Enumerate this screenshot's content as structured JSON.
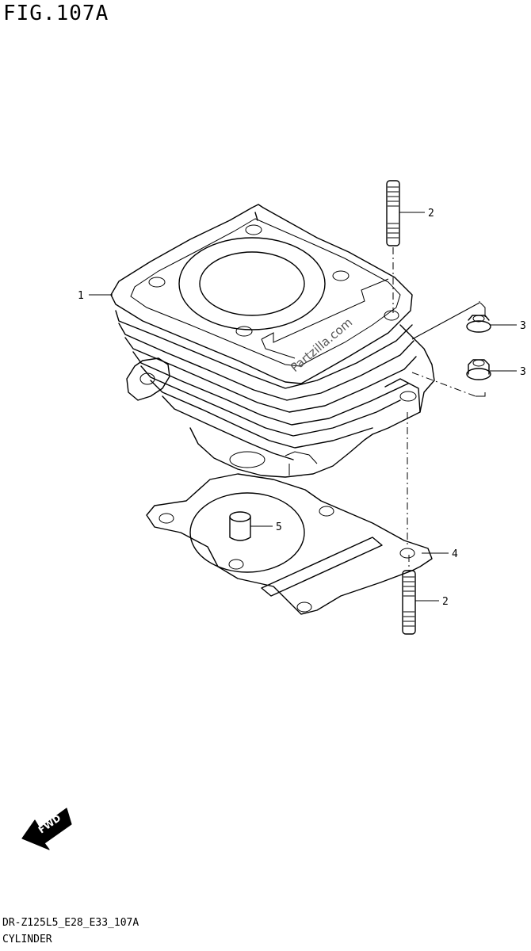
{
  "figure": {
    "title": "FIG.107A"
  },
  "callouts": [
    {
      "id": "c1",
      "label": "1"
    },
    {
      "id": "c2a",
      "label": "2"
    },
    {
      "id": "c3a",
      "label": "3"
    },
    {
      "id": "c3b",
      "label": "3"
    },
    {
      "id": "c5",
      "label": "5"
    },
    {
      "id": "c4",
      "label": "4"
    },
    {
      "id": "c2b",
      "label": "2"
    }
  ],
  "watermark": "Partzilla.com",
  "fwd_badge": "FWD",
  "footer": {
    "code": "DR-Z125L5_E28_E33_107A",
    "name": "CYLINDER"
  }
}
